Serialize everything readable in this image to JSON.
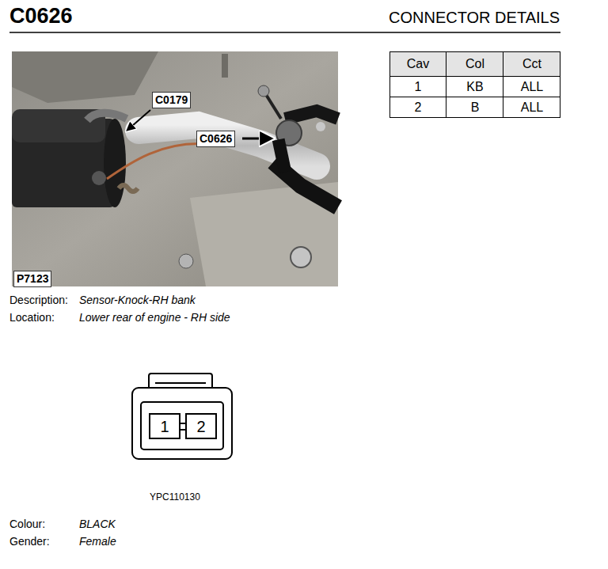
{
  "diagram": {
    "title": "C0626",
    "nodes": [
      {
        "text": [
          "1"
        ]
      },
      {
        "text": [
          "2"
        ]
      }
    ],
    "labels": [
      "CONNECTOR DETAILS",
      "Cav",
      "Col",
      "Cct",
      "1",
      "KB",
      "ALL",
      "2",
      "B",
      "ALL",
      "C0179",
      "C0626",
      "P7123",
      "Description:",
      "Sensor-Knock-RH bank",
      "Location:",
      "Lower rear of engine - RH side",
      "YPC110130",
      "Colour:",
      "BLACK",
      "Gender:",
      "Female"
    ]
  }
}
